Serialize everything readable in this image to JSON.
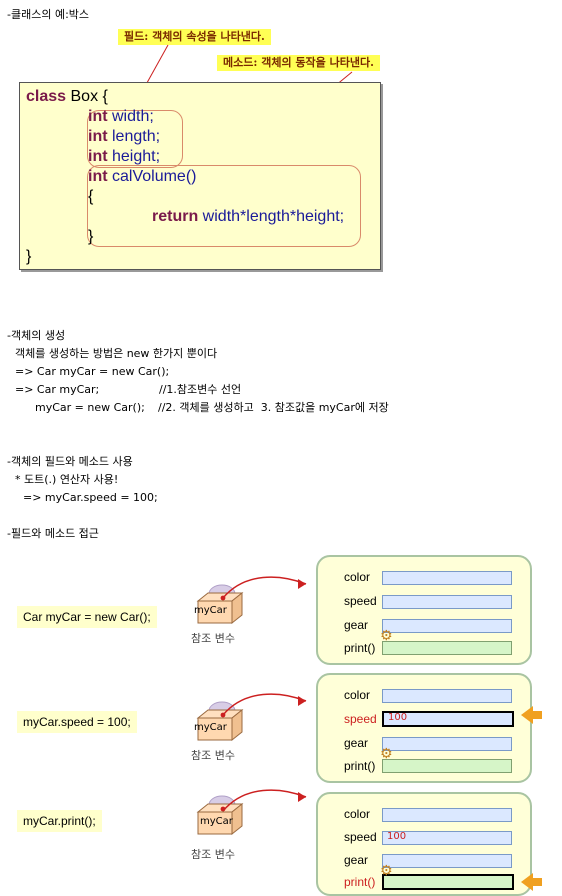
{
  "section_class": {
    "title": "-클래스의 예:박스",
    "callout_field": "필드: 객체의 속성을 나타낸다.",
    "callout_method": "메소드: 객체의 동작을 나타낸다.",
    "code": {
      "line1_kw": "class",
      "line1_rest": " Box {",
      "line2_kw": "int",
      "line2_rest": " width;",
      "line3_kw": "int",
      "line3_rest": " length;",
      "line4_kw": "int",
      "line4_rest": " height;",
      "line5_kw": "int",
      "line5_rest": " calVolume()",
      "line6": "{",
      "line7_kw": "return",
      "line7_rest": " width*length*height;",
      "line8": "}",
      "line9": "}"
    }
  },
  "section_create": {
    "title": "-객체의 생성",
    "line1": "객체를 생성하는 방법은 new 한가지 뿐이다",
    "line2": "=> Car myCar = new Car();",
    "line3_code": "=> Car myCar;",
    "line3_comment": "//1.참조변수 선언",
    "line4_code": "myCar = new Car();",
    "line4_comment": "//2. 객체를 생성하고  3. 참조값을 myCar에 저장"
  },
  "section_use": {
    "title": "-객체의 필드와 메소드 사용",
    "line1": "* 도트(.) 연산자 사용!",
    "line2": "=> myCar.speed = 100;"
  },
  "section_access": {
    "title": "-필드와 메소드 접근",
    "ref_label": "myCar",
    "ref_caption": "참조 변수",
    "fields": [
      "color",
      "speed",
      "gear",
      "print()"
    ],
    "rows": [
      {
        "statement": "Car myCar = new Car();",
        "speed_value": ""
      },
      {
        "statement": "myCar.speed = 100;",
        "speed_value": "100"
      },
      {
        "statement": "myCar.print();",
        "speed_value": "100"
      }
    ]
  },
  "colors": {
    "callout_bg": "#ffff55",
    "code_bg": "#ffffcc",
    "keyword": "#7a1a4a",
    "identifier": "#1a1a99",
    "arrow_red": "#cc2020",
    "highlight_orange": "#f0a020",
    "speed_highlight_text": "#cc2020"
  }
}
